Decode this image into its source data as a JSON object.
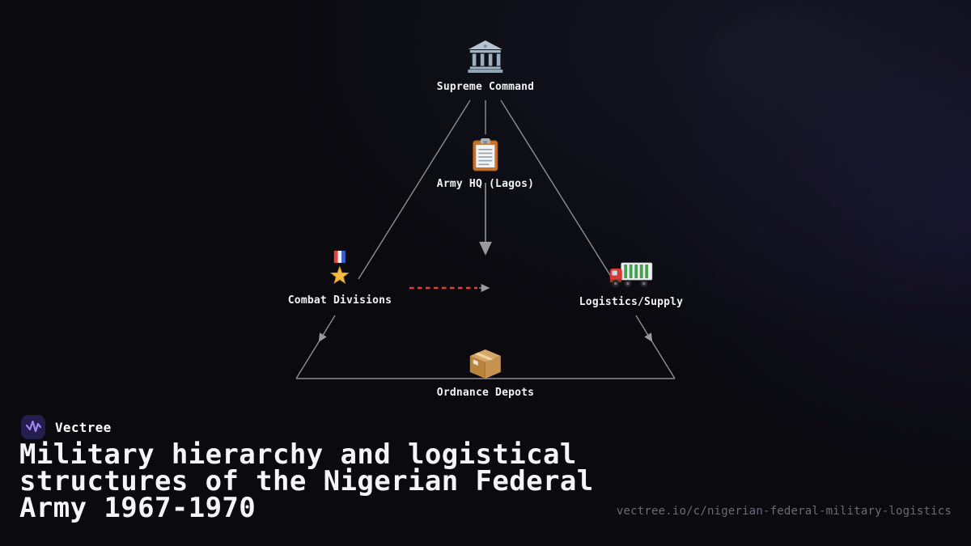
{
  "brand": {
    "name": "Vectree"
  },
  "heading": {
    "title": "Military hierarchy and logistical structures of the Nigerian Federal Army 1967-1970",
    "url": "vectree.io/c/nigerian-federal-military-logistics"
  },
  "diagram": {
    "nodes": [
      {
        "id": "supreme-command",
        "label": "Supreme Command",
        "icon": "classical-building-icon"
      },
      {
        "id": "army-hq",
        "label": "Army HQ (Lagos)",
        "icon": "clipboard-icon"
      },
      {
        "id": "combat-divisions",
        "label": "Combat Divisions",
        "icon": "military-medal-icon"
      },
      {
        "id": "logistics-supply",
        "label": "Logistics/Supply",
        "icon": "delivery-truck-icon"
      },
      {
        "id": "ordnance-depots",
        "label": "Ordnance Depots",
        "icon": "package-icon"
      }
    ],
    "edges": [
      {
        "from": "supreme-command",
        "to": "army-hq",
        "style": "solid"
      },
      {
        "from": "supreme-command",
        "to": "combat-divisions",
        "style": "solid-arrow-down-left"
      },
      {
        "from": "supreme-command",
        "to": "logistics-supply",
        "style": "solid-arrow-down-right"
      },
      {
        "from": "army-hq",
        "to": "center",
        "style": "solid-arrow-down"
      },
      {
        "from": "combat-divisions",
        "to": "logistics-supply",
        "style": "dashed-red-arrow"
      },
      {
        "from": "combat-divisions",
        "to": "ordnance-depots",
        "style": "solid"
      },
      {
        "from": "logistics-supply",
        "to": "ordnance-depots",
        "style": "solid"
      }
    ],
    "colors": {
      "line": "#8d8d94",
      "arrow": "#9a9aa1",
      "dashed": "#dc4040",
      "label": "#f2f2f4"
    }
  }
}
